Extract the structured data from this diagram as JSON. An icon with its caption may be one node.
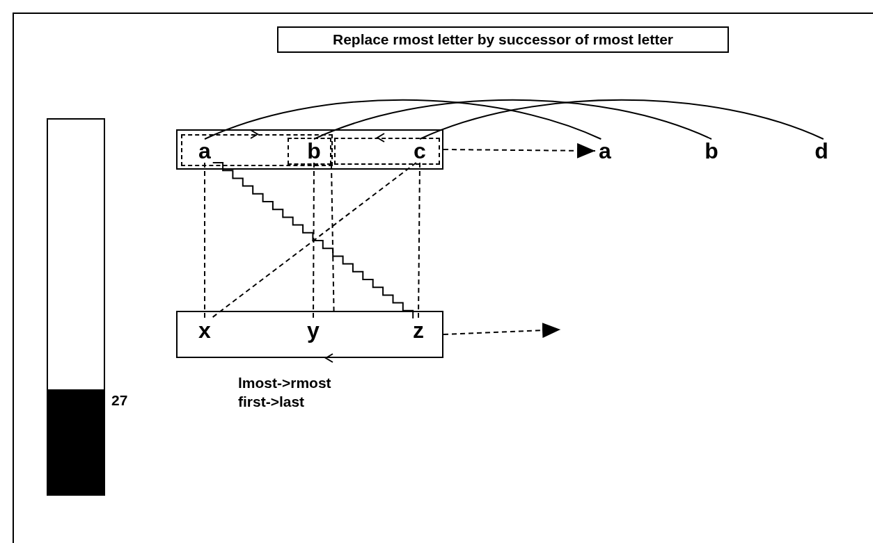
{
  "diagram": {
    "title": "Replace rmost letter by successor of rmost letter",
    "nodes": [
      {
        "text": [],
        "shape": "box"
      },
      {
        "text": [],
        "shape": "box",
        "in": 0
      },
      {
        "text": [
          "a"
        ],
        "in": 1
      },
      {
        "text": [],
        "shape": "box",
        "in": 1
      },
      {
        "text": [
          "b"
        ],
        "in": 3
      },
      {
        "text": [],
        "shape": "box",
        "in": 0
      },
      {
        "text": [
          "c"
        ],
        "in": 5
      },
      {
        "text": [],
        "shape": "box"
      },
      {
        "text": [
          "x"
        ],
        "in": 7
      },
      {
        "text": [
          "y"
        ],
        "in": 7
      },
      {
        "text": [
          "z"
        ],
        "in": 7
      },
      {
        "text": [
          "a"
        ]
      },
      {
        "text": [
          "b"
        ]
      },
      {
        "text": [
          "d"
        ]
      },
      {
        "text": [],
        "shape": "bar",
        "beside": [
          "27"
        ]
      }
    ],
    "edges": [
      {
        "from": 2,
        "to": 11,
        "arrow": "none"
      },
      {
        "from": 4,
        "to": 12,
        "arrow": "none"
      },
      {
        "from": 6,
        "to": 13,
        "arrow": "none"
      },
      {
        "from": 2,
        "to": 8,
        "arrow": "none",
        "style": "dashed"
      },
      {
        "from": 4,
        "to": 9,
        "arrow": "none",
        "style": "dashed"
      },
      {
        "from": 6,
        "to": 10,
        "arrow": "none",
        "style": "dashed"
      },
      {
        "from": 3,
        "to": 7,
        "arrow": "none",
        "style": "dashed"
      },
      {
        "from": 6,
        "to": 8,
        "arrow": "none",
        "style": "dashed"
      },
      {
        "from": 2,
        "to": 10,
        "arrow": "none"
      },
      {
        "from": 0,
        "to": 11,
        "arrow": "to",
        "style": "dashed"
      },
      {
        "from": 7,
        "to": null,
        "arrow": "to",
        "style": "dashed"
      }
    ],
    "labels": [
      "lmost->rmost",
      "first->last"
    ]
  }
}
